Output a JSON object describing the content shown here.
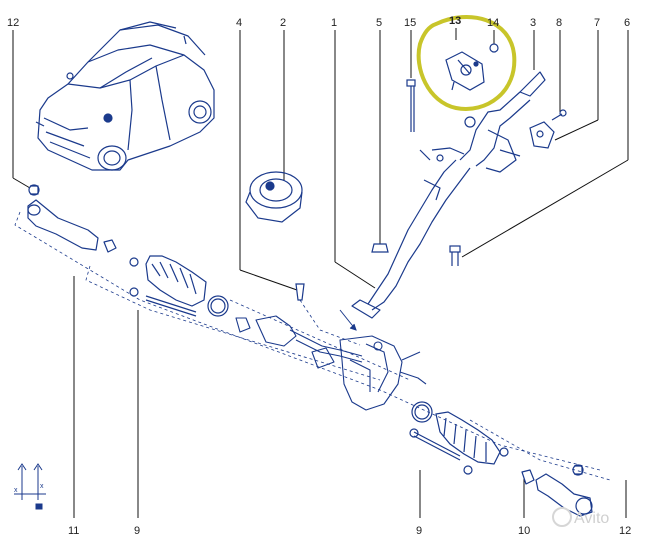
{
  "diagram": {
    "part_numbers": {
      "top": [
        "12",
        "4",
        "2",
        "1",
        "5",
        "15",
        "13",
        "14",
        "3",
        "8",
        "7",
        "6"
      ],
      "bottom_left": [
        "11",
        "9"
      ],
      "bottom_right": [
        "9",
        "10",
        "12"
      ]
    },
    "highlight": {
      "label": "13",
      "color": "#c8c52a"
    },
    "watermark": "Avito",
    "colors": {
      "line": "#1b3a8c",
      "leader": "#111111",
      "highlight": "#c8c52a"
    }
  }
}
